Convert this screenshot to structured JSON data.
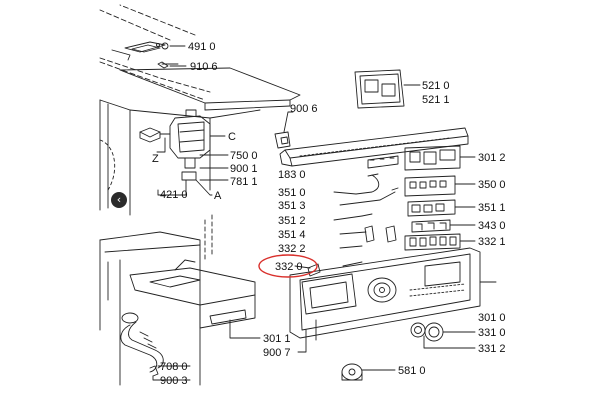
{
  "diagram": {
    "part_labels": {
      "p4910": "491 0",
      "p9106a": "910 6",
      "p5210": "521 0",
      "p5211": "521 1",
      "p9006b": "900 6",
      "p7500": "750 0",
      "p9001": "900 1",
      "p7811": "781 1",
      "p4210": "421 0",
      "p1830": "183 0",
      "p3510": "351 0",
      "p3513": "351 3",
      "p3512": "351 2",
      "p3514": "351 4",
      "p3322": "332 2",
      "p3320": "332 0",
      "p3012": "301 2",
      "p3500": "350 0",
      "p3511": "351 1",
      "p3430": "343 0",
      "p3321": "332 1",
      "p3010": "301 0",
      "p3310": "331 0",
      "p3312": "331 2",
      "p5810": "581 0",
      "p3011": "301 1",
      "p9007": "900 7",
      "p7080": "708 0",
      "p9003": "900 3"
    },
    "letters": {
      "C": "C",
      "Z": "Z",
      "A": "A"
    },
    "highlighted_part": "332 0",
    "highlight_color": "#d9302c",
    "line_color": "#222222"
  },
  "navigation": {
    "prev_icon": "‹"
  }
}
